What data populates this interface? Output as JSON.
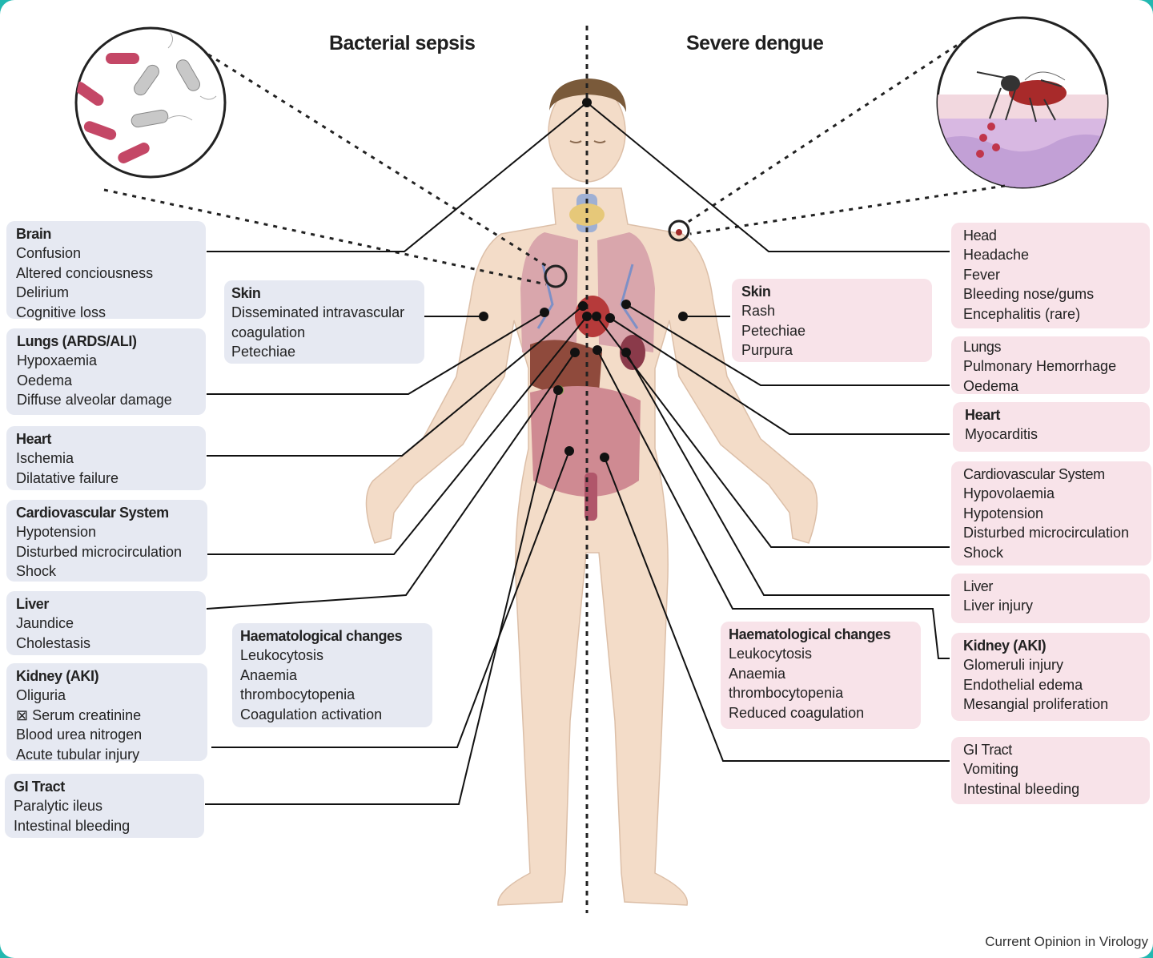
{
  "titles": {
    "left": "Bacterial sepsis",
    "right": "Severe dengue"
  },
  "colors": {
    "left_box": "#e6e9f2",
    "right_box": "#f8e3e9",
    "frame": "#22b8b0"
  },
  "left_boxes": [
    {
      "head": "Brain",
      "bold": true,
      "items": [
        "Confusion",
        "Altered conciousness",
        "Delirium",
        "Cognitive loss"
      ]
    },
    {
      "head": "Lungs (ARDS/ALI)",
      "bold": true,
      "items": [
        "Hypoxaemia",
        "Oedema",
        "Diffuse alveolar damage"
      ]
    },
    {
      "head": "Heart",
      "bold": true,
      "items": [
        "Ischemia",
        "Dilatative failure"
      ]
    },
    {
      "head": "Cardiovascular System",
      "bold": true,
      "items": [
        "Hypotension",
        "Disturbed microcirculation",
        "Shock"
      ]
    },
    {
      "head": "Liver",
      "bold": true,
      "items": [
        "Jaundice",
        "Cholestasis"
      ]
    },
    {
      "head": "Kidney (AKI)",
      "bold": true,
      "items": [
        "Oliguria",
        "⊠ Serum creatinine",
        "Blood urea nitrogen",
        "Acute tubular injury"
      ]
    },
    {
      "head": "GI Tract",
      "bold": true,
      "items": [
        "Paralytic ileus",
        "Intestinal bleeding"
      ]
    }
  ],
  "left_skin": {
    "head": "Skin",
    "bold": true,
    "items": [
      "Disseminated intravascular",
      "coagulation",
      "Petechiae"
    ]
  },
  "left_haem": {
    "head": "Haematological changes",
    "bold": true,
    "items": [
      "Leukocytosis",
      "Anaemia",
      "thrombocytopenia",
      "Coagulation activation"
    ]
  },
  "right_boxes": [
    {
      "head": "Head",
      "bold": false,
      "items": [
        "Headache",
        "Fever",
        "Bleeding nose/gums",
        "Encephalitis (rare)"
      ]
    },
    {
      "head": "Lungs",
      "bold": false,
      "items": [
        "Pulmonary Hemorrhage",
        "Oedema"
      ]
    },
    {
      "head": "Heart",
      "bold": true,
      "items": [
        "Myocarditis"
      ]
    },
    {
      "head": "Cardiovascular System",
      "bold": false,
      "items": [
        "Hypovolaemia",
        "Hypotension",
        "Disturbed microcirculation",
        "Shock"
      ]
    },
    {
      "head": "Liver",
      "bold": false,
      "items": [
        "Liver injury"
      ]
    },
    {
      "head": "Kidney (AKI)",
      "bold": true,
      "items": [
        "Glomeruli injury",
        "Endothelial edema",
        "Mesangial proliferation"
      ]
    },
    {
      "head": "GI Tract",
      "bold": false,
      "items": [
        "Vomiting",
        "Intestinal bleeding"
      ]
    }
  ],
  "right_skin": {
    "head": "Skin",
    "bold": true,
    "items": [
      "Rash",
      "Petechiae",
      "Purpura"
    ]
  },
  "right_haem": {
    "head": "Haematological changes",
    "bold": true,
    "items": [
      "Leukocytosis",
      "Anaemia",
      "thrombocytopenia",
      "Reduced coagulation"
    ]
  },
  "credit": "Current Opinion in Virology",
  "icons": {
    "bacteria": "bacteria-icon",
    "mosquito": "mosquito-icon",
    "body": "human-body-icon"
  }
}
